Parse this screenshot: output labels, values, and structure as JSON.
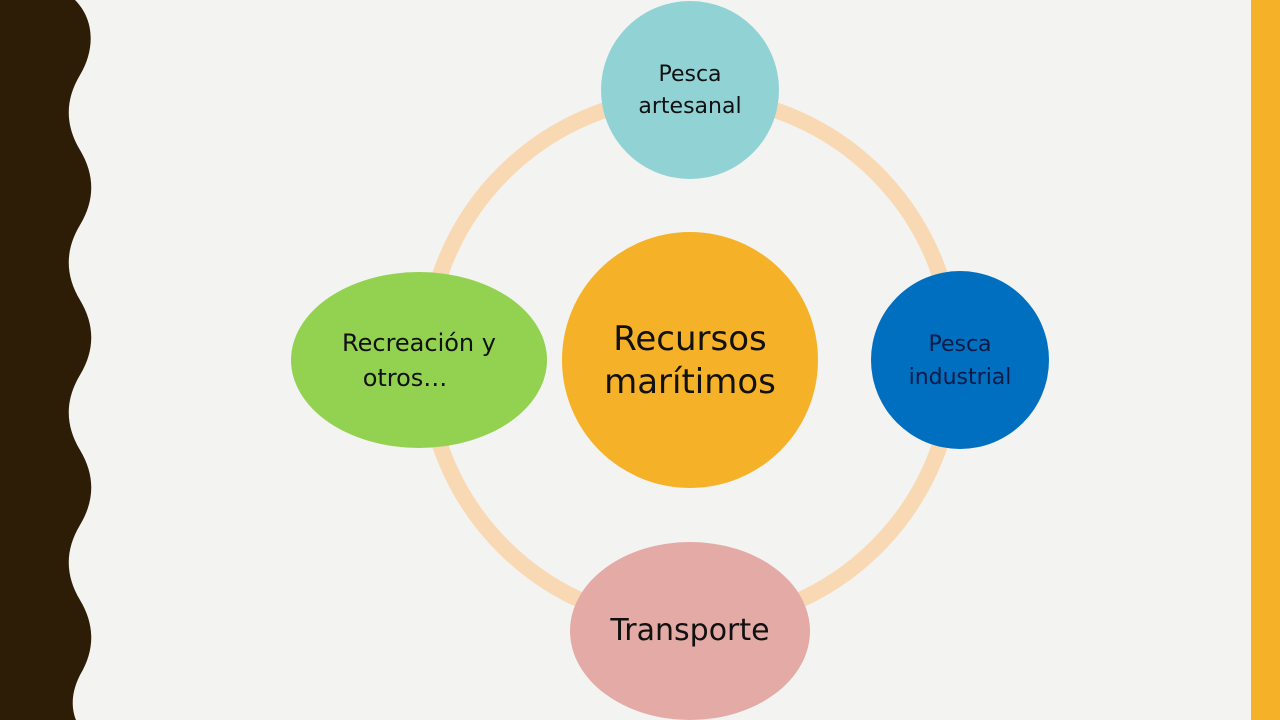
{
  "slide": {
    "colors": {
      "background": "#f3f3f1",
      "wave_band": "#2d1d06",
      "accent_bar": "#f5b128",
      "ring": "#f8d9b4"
    }
  },
  "diagram": {
    "center": {
      "line1": "Recursos",
      "line2": "marítimos",
      "color": "#f5b128"
    },
    "nodes": {
      "top": {
        "line1": "Pesca",
        "line2": "artesanal",
        "color": "#91d2d4"
      },
      "right": {
        "line1": "Pesca",
        "line2": "industrial",
        "color": "#006fc0"
      },
      "bottom": {
        "line1": "Transporte",
        "color": "#e4aaa5"
      },
      "left": {
        "line1": "Recreación y",
        "line2": "otros…",
        "color": "#93d150"
      }
    }
  }
}
